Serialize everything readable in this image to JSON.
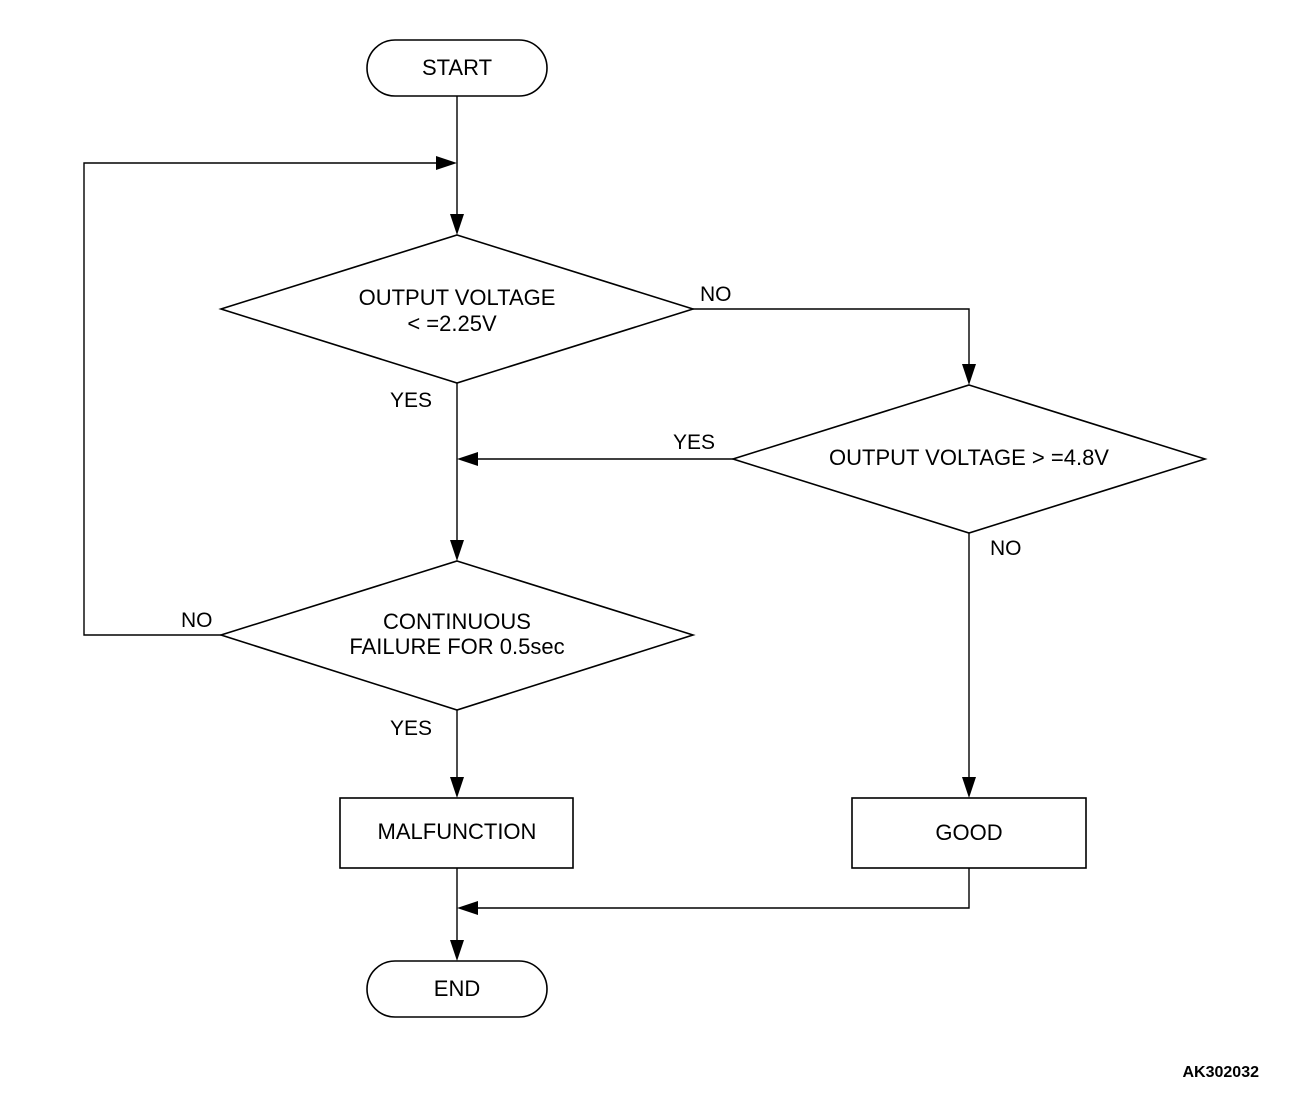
{
  "nodes": {
    "start": "START",
    "decision_low": [
      "OUTPUT VOLTAGE",
      "< =2.25V"
    ],
    "decision_high": "OUTPUT VOLTAGE > =4.8V",
    "decision_continuous": [
      "CONTINUOUS",
      "FAILURE FOR 0.5sec"
    ],
    "malfunction": "MALFUNCTION",
    "good": "GOOD",
    "end": "END"
  },
  "edge_labels": {
    "low_no": "NO",
    "low_yes": "YES",
    "high_yes": "YES",
    "high_no": "NO",
    "continuous_no": "NO",
    "continuous_yes": "YES"
  },
  "figure_code": "AK302032"
}
